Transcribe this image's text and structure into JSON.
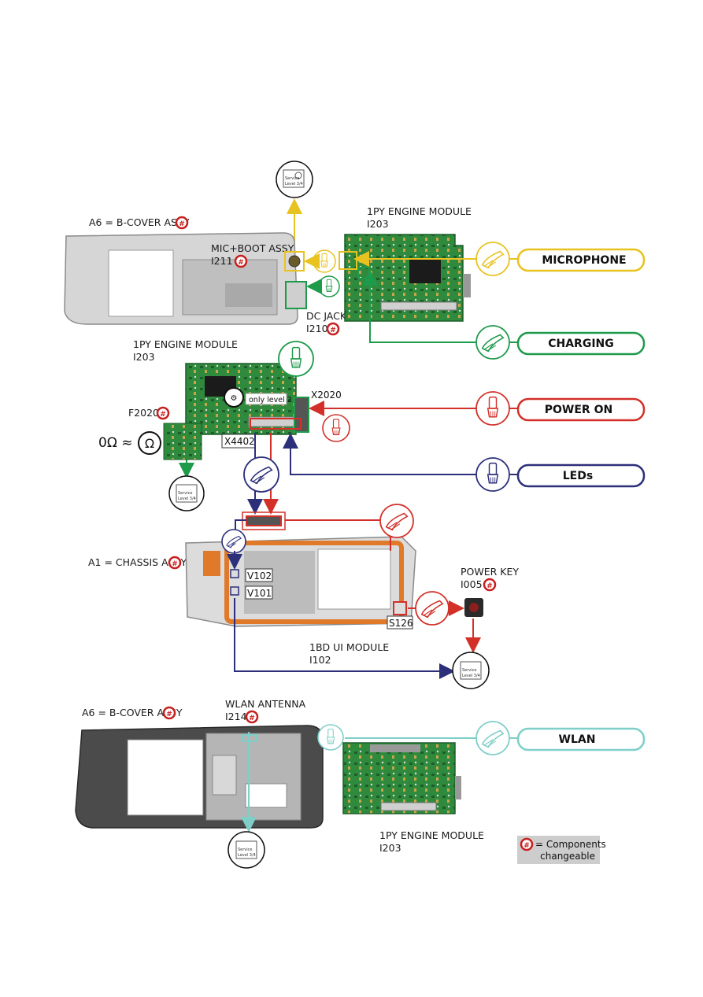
{
  "colors": {
    "microphone": "#e8c21f",
    "charging": "#1e9a4b",
    "power_on": "#d3302a",
    "leds": "#2c2f7a",
    "wlan": "#7fcfc8",
    "pcb_green": "#2f8a3e",
    "cover_grey": "#c9c9c9",
    "badge_red": "#c81e1e"
  },
  "functions": {
    "microphone": "MICROPHONE",
    "charging": "CHARGING",
    "power_on": "POWER ON",
    "leds": "LEDs",
    "wlan": "WLAN"
  },
  "labels": {
    "b_cover_top": "A6 = B-COVER ASSY",
    "engine_module_1": "1PY ENGINE MODULE",
    "engine_module_1_id": "I203",
    "mic_boot": "MIC+BOOT ASSY",
    "mic_boot_id": "I211",
    "dc_jack": "DC JACK",
    "dc_jack_id": "I210",
    "engine_module_2": "1PY ENGINE MODULE",
    "engine_module_2_id": "I203",
    "x2020": "X2020",
    "f2020": "F2020",
    "x4402": "X4402",
    "only_level_2": "only level 2",
    "ohm_formula": "0Ω ≈",
    "chassis": "A1 = CHASSIS ASSY",
    "v102": "V102",
    "v101": "V101",
    "power_key": "POWER KEY",
    "power_key_id": "I005",
    "s126": "S126",
    "ui_module": "1BD UI MODULE",
    "ui_module_id": "I102",
    "b_cover_bottom": "A6 = B-COVER ASSY",
    "wlan_antenna": "WLAN ANTENNA",
    "wlan_antenna_id": "I214",
    "engine_module_3": "1PY ENGINE MODULE",
    "engine_module_3_id": "I203",
    "badge_symbol": "#"
  },
  "service_icon": {
    "line1": "Service",
    "line2": "Level 3/4"
  },
  "legend": {
    "line1": "= Components",
    "line2": "changeable"
  }
}
